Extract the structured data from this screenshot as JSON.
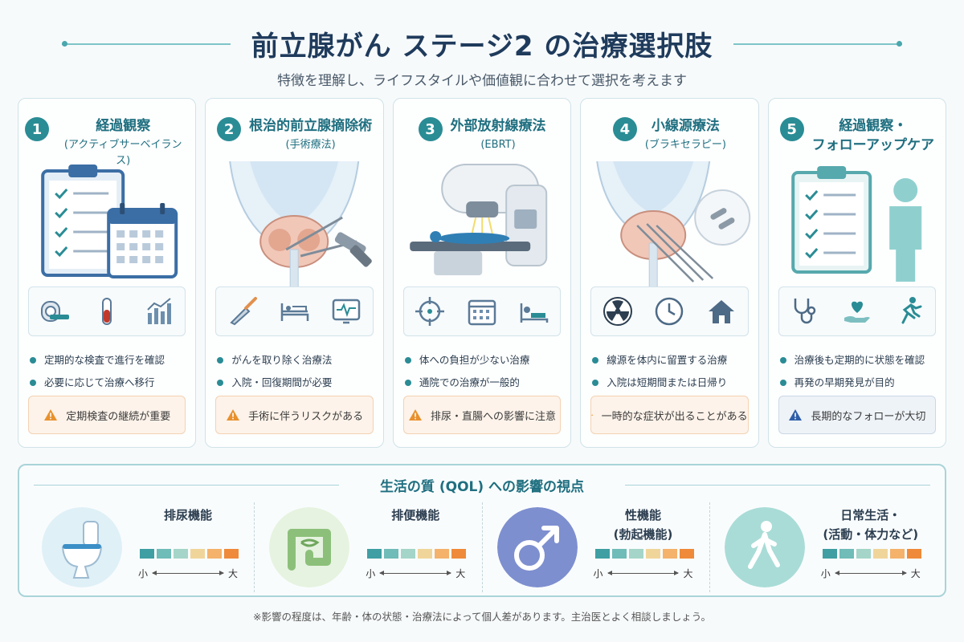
{
  "header": {
    "title": "前立腺がん ステージ2 の治療選択肢",
    "subtitle": "特徴を理解し、ライフスタイルや価値観に合わせて選択を考えます"
  },
  "colors": {
    "accent": "#2a8c95",
    "title": "#1f3b5c",
    "warning": "#e8912d",
    "info": "#2f5fa8"
  },
  "options": [
    {
      "number": "1",
      "title": "経過観察",
      "subtitle": "(アクティブサーベイランス)",
      "icons": [
        "mri-scanner-icon",
        "test-tube-icon",
        "bar-chart-icon"
      ],
      "bullets": [
        "定期的な検査で進行を確認",
        "必要に応じて治療へ移行"
      ],
      "note": "定期検査の継続が重要",
      "note_icon": "warning-icon"
    },
    {
      "number": "2",
      "title": "根治的前立腺摘除術",
      "subtitle": "(手術療法)",
      "icons": [
        "scalpel-icon",
        "hospital-bed-icon",
        "heart-monitor-icon"
      ],
      "bullets": [
        "がんを取り除く治療法",
        "入院・回復期間が必要"
      ],
      "note": "手術に伴うリスクがある",
      "note_icon": "warning-icon"
    },
    {
      "number": "3",
      "title": "外部放射線療法",
      "subtitle": "(EBRT)",
      "icons": [
        "target-icon",
        "calendar-icon",
        "patient-lying-icon"
      ],
      "bullets": [
        "体への負担が少ない治療",
        "通院での治療が一般的"
      ],
      "note": "排尿・直腸への影響に注意",
      "note_icon": "warning-icon"
    },
    {
      "number": "4",
      "title": "小線源療法",
      "subtitle": "(ブラキセラピー)",
      "icons": [
        "radiation-icon",
        "clock-icon",
        "home-icon"
      ],
      "bullets": [
        "線源を体内に留置する治療",
        "入院は短期間または日帰り"
      ],
      "note": "一時的な症状が出ることがある",
      "note_icon": "warning-icon"
    },
    {
      "number": "5",
      "title": "経過観察・",
      "subtitle": "フォローアップケア",
      "icons": [
        "stethoscope-icon",
        "heart-hand-icon",
        "running-person-icon"
      ],
      "bullets": [
        "治療後も定期的に状態を確認",
        "再発の早期発見が目的"
      ],
      "note": "長期的なフォローが大切",
      "note_icon": "info-icon"
    }
  ],
  "qol": {
    "title": "生活の質 (QOL) への影響の視点",
    "scale_low": "小",
    "scale_high": "大",
    "scale_colors": [
      "#3f9fa3",
      "#6fbcb8",
      "#a4d5c8",
      "#f0d59a",
      "#f4b26b",
      "#ef8a3a"
    ],
    "items": [
      {
        "label1": "排尿機能",
        "label2": "",
        "icon": "toilet-icon"
      },
      {
        "label1": "排便機能",
        "label2": "",
        "icon": "intestine-icon"
      },
      {
        "label1": "性機能",
        "label2": "(勃起機能)",
        "icon": "male-symbol-icon"
      },
      {
        "label1": "日常生活・",
        "label2": "(活動・体力など)",
        "icon": "walking-person-icon"
      }
    ]
  },
  "footer": "※影響の程度は、年齢・体の状態・治療法によって個人差があります。主治医とよく相談しましょう。"
}
